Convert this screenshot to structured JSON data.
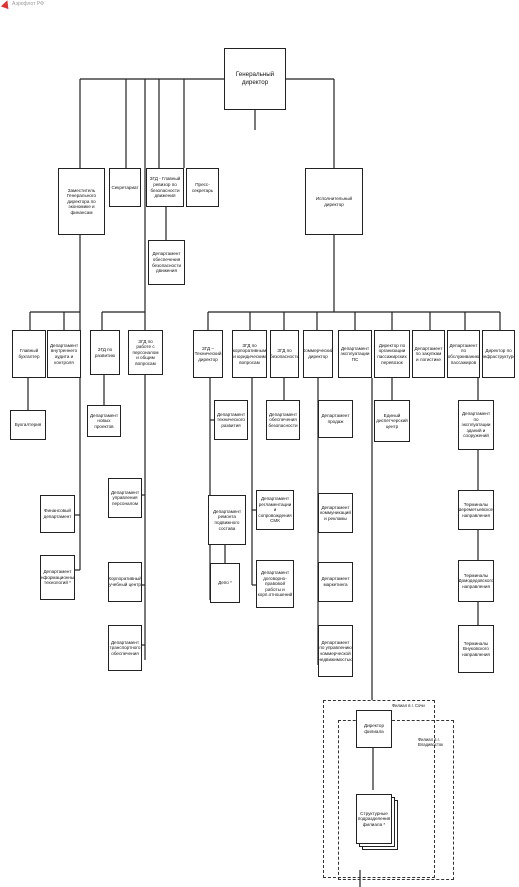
{
  "logo": {
    "mark_color": "#dd3333",
    "text": "Аэрофлот РФ"
  },
  "ceo": "Генеральный директор",
  "level2": {
    "deputy_finance": "Заместитель Генерального директора по экономике и финансам",
    "secretariat": "Секретариат",
    "chief_safety": "ЗГД - Главный ревизор по безопасности движения",
    "press": "Пресс-секретарь",
    "exec_director": "Исполнительный директор"
  },
  "safety_dept": "Департамент обеспечения безопасности движения",
  "left_branch": {
    "chief_accountant": "Главный бухгалтер",
    "internal_audit": "Департамент внутреннего аудита и контроля",
    "accounting": "Бухгалтерия",
    "finance_dept": "Финансовый департамент",
    "it_dept": "Департамент информационных технологий *"
  },
  "dev_branch": {
    "zgd_dev": "ЗГД по развитию",
    "new_projects": "Департамент новых проектов"
  },
  "hr_branch": {
    "zgd_hr": "ЗГД по работе с персоналом и общим вопросам",
    "hr_mgmt": "Департамент управления персоналом",
    "training": "Корпоративный учебный центр",
    "transport": "Департамент транспортного обеспечения"
  },
  "exec_units": {
    "tech": "ЗГД – Технический директор",
    "corp": "ЗГД по корпоративным и юридическим вопросам",
    "security": "ЗГД по безопасности",
    "commercial": "Коммерческий директор",
    "exploitation": "Департамент эксплуатации ПС",
    "passenger": "Директор по организации пассажирских перевозок",
    "procurement": "Департамент по закупкам и логистике",
    "service": "Департамент по обслуживанию пассажиров",
    "infra": "Директор по инфраструктуре"
  },
  "tech_children": {
    "tech_dev": "Департамент технического развития",
    "repair": "Департамент ремонта подвижного состава",
    "depot": "Депо *"
  },
  "corp_children": {
    "regulation": "Департамент регламентации и сопровождения СМК",
    "contracts": "Департамент договорно-правовой работы и корп.отношений"
  },
  "security_child": "Департамент обеспечения безопасности",
  "commercial_children": {
    "sales": "Департамент продаж",
    "communications": "Департамент коммуникаций и рекламы",
    "marketing": "Департамент маркетинга",
    "property": "Департамент по управлению коммерческой недвижимостью"
  },
  "dispatch": "Единый диспетчерский центр",
  "infra_children": {
    "buildings": "Департамент по эксплуатации зданий и сооружений",
    "t_sheremetyevo": "Терминалы Шереметьевского направления",
    "t_domodedovo": "Терминалы Домодедовского направления",
    "t_vnukovo": "Терминалы Внуковского направления"
  },
  "branches": {
    "sochi_label": "Филиал в г. Сочи",
    "vlad_label": "Филиал в г. Владивосток",
    "branch_director": "Директор филиала",
    "structural_units": "Структурные подразделения филиала *"
  }
}
